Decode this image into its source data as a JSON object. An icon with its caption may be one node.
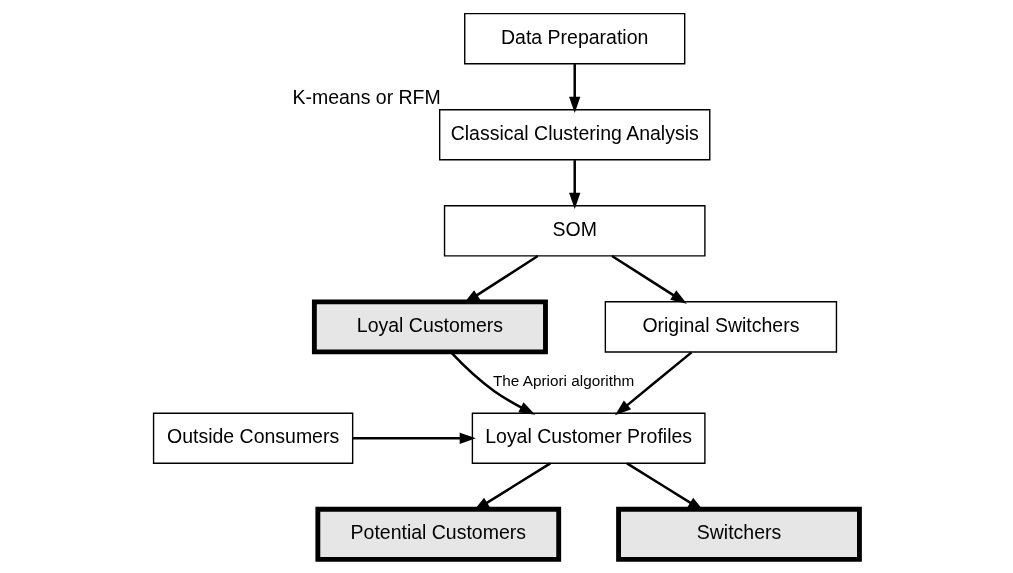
{
  "diagram": {
    "nodes": [
      {
        "text": [
          "Data Preparation"
        ]
      },
      {
        "text": [
          "Classical Clustering Analysis"
        ],
        "beside": [
          "K-means or RFM"
        ]
      },
      {
        "text": [
          "SOM"
        ]
      },
      {
        "text": [
          "Loyal Customers"
        ]
      },
      {
        "text": [
          "Original Switchers"
        ]
      },
      {
        "text": [
          "Outside Consumers"
        ]
      },
      {
        "text": [
          "Loyal Customer Profiles"
        ]
      },
      {
        "text": [
          "Potential Customers"
        ]
      },
      {
        "text": [
          "Switchers"
        ]
      }
    ],
    "edges": [
      {
        "from": 0,
        "to": 1,
        "arrow": "to"
      },
      {
        "from": 1,
        "to": 2,
        "arrow": "to"
      },
      {
        "from": 2,
        "to": 3,
        "arrow": "to"
      },
      {
        "from": 2,
        "to": 4,
        "arrow": "to"
      },
      {
        "from": 3,
        "to": 6,
        "arrow": "to",
        "label": "The Apriori algorithm"
      },
      {
        "from": 4,
        "to": 6,
        "arrow": "to"
      },
      {
        "from": 5,
        "to": 6,
        "arrow": "to"
      },
      {
        "from": 6,
        "to": 7,
        "arrow": "to"
      },
      {
        "from": 6,
        "to": 8,
        "arrow": "to"
      }
    ]
  }
}
